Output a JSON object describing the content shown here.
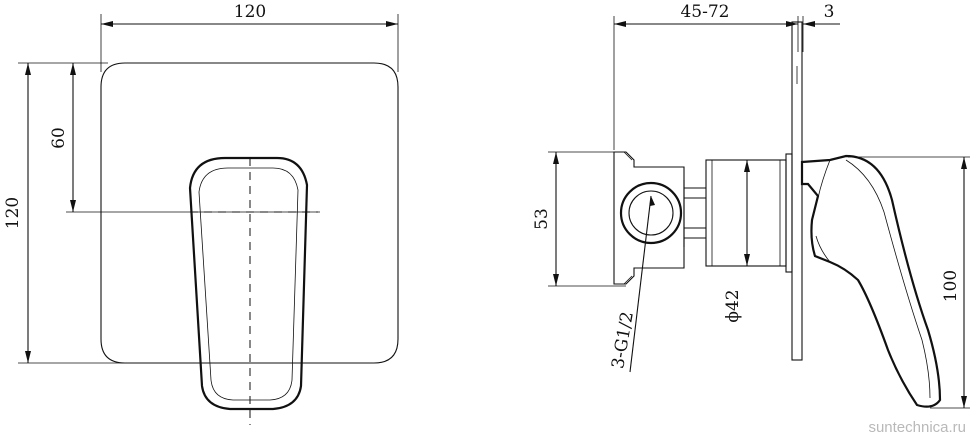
{
  "front_view": {
    "dim_width": "120",
    "dim_height": "120",
    "dim_center_height": "60"
  },
  "side_view": {
    "dim_depth_range": "45-72",
    "dim_plate_thickness": "3",
    "dim_body_height": "53",
    "dim_diameter": "ϕ42",
    "dim_connection": "3-G1/2",
    "dim_handle_height": "100"
  },
  "watermark": "suntechnica.ru"
}
